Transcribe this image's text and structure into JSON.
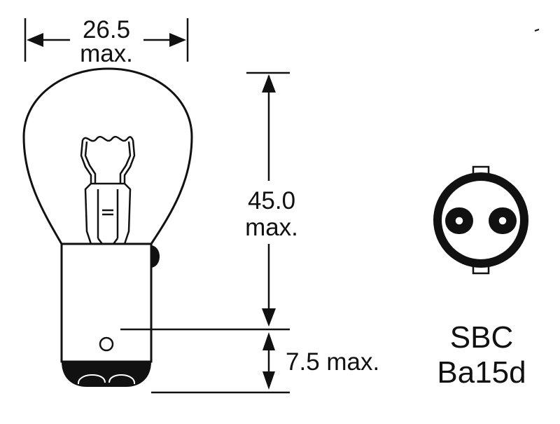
{
  "dimensions": {
    "width": {
      "value": "26.5",
      "qualifier": "max."
    },
    "height": {
      "value": "45.0",
      "qualifier": "max."
    },
    "pin_offset": {
      "text": "7.5 max."
    }
  },
  "base_label": {
    "line1": "SBC",
    "line2": "Ba15d"
  },
  "colors": {
    "ink": "#111111",
    "background": "#ffffff"
  }
}
